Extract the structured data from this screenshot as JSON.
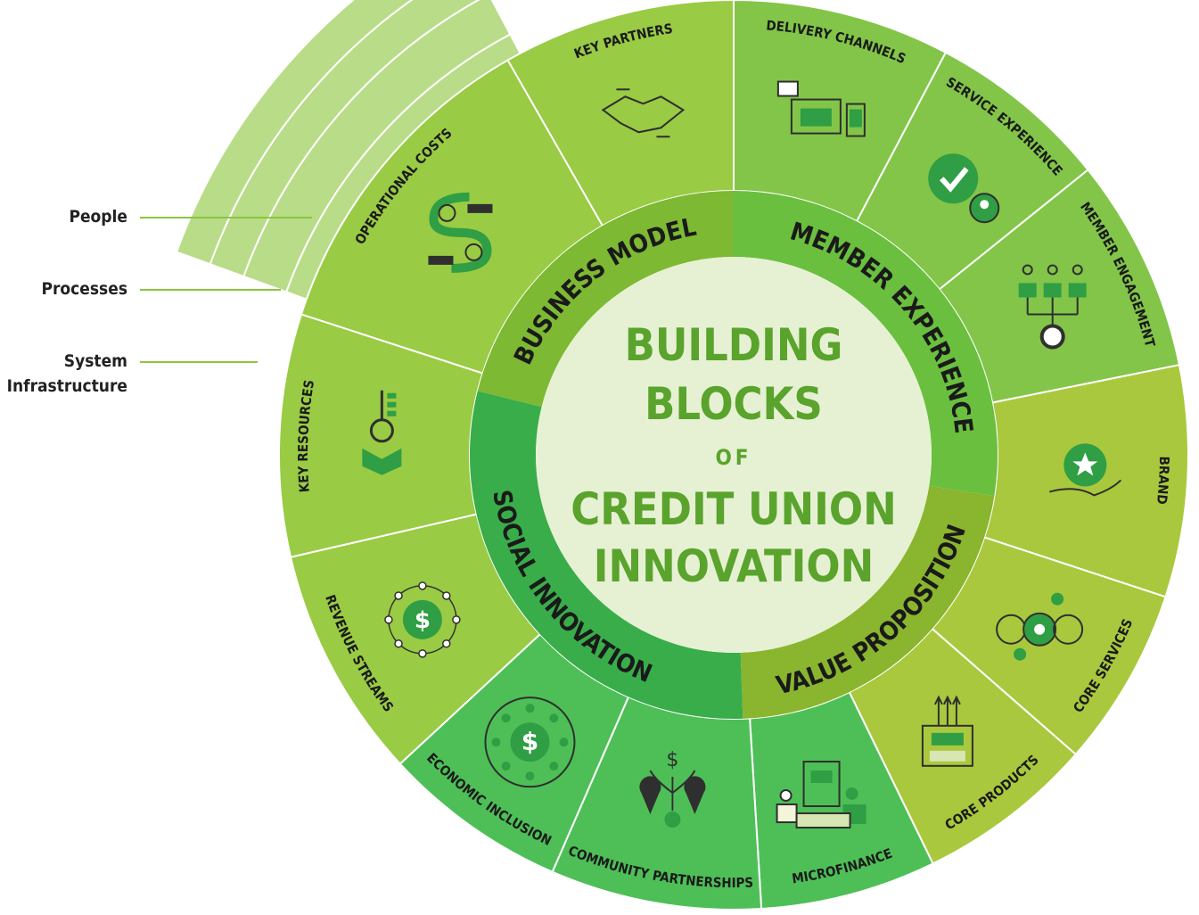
{
  "title": {
    "line1": "BUILDING",
    "line2": "BLOCKS",
    "line3": "OF",
    "line4": "CREDIT UNION",
    "line5": "INNOVATION"
  },
  "categories": [
    {
      "id": "business-model",
      "label": "BUSINESS MODEL",
      "color": "#7db933"
    },
    {
      "id": "member-experience",
      "label": "MEMBER EXPERIENCE",
      "color": "#6abf3f"
    },
    {
      "id": "value-proposition",
      "label": "VALUE PROPOSITION",
      "color": "#8ab52f"
    },
    {
      "id": "social-innovation",
      "label": "SOCIAL INNOVATION",
      "color": "#39ad4a"
    }
  ],
  "segments": [
    {
      "id": "key-partners",
      "label": "KEY PARTNERS",
      "icon": "handshake-icon",
      "color": "#99cb44"
    },
    {
      "id": "delivery-channels",
      "label": "DELIVERY CHANNELS",
      "icon": "devices-icon",
      "color": "#82c548"
    },
    {
      "id": "service-experience",
      "label": "SERVICE EXPERIENCE",
      "icon": "gear-check-icon",
      "color": "#82c548"
    },
    {
      "id": "member-engagement",
      "label": "MEMBER ENGAGEMENT",
      "icon": "people-network-icon",
      "color": "#82c548"
    },
    {
      "id": "brand",
      "label": "BRAND",
      "icon": "hand-star-icon",
      "color": "#a9c83d"
    },
    {
      "id": "core-services",
      "label": "CORE SERVICES",
      "icon": "gears-icon",
      "color": "#a9c83d"
    },
    {
      "id": "core-products",
      "label": "CORE PRODUCTS",
      "icon": "building-arrows-icon",
      "color": "#a9c83d"
    },
    {
      "id": "microfinance",
      "label": "MICROFINANCE",
      "icon": "coins-people-icon",
      "color": "#4ebf57"
    },
    {
      "id": "community-partnerships",
      "label": "COMMUNITY PARTNERSHIPS",
      "icon": "map-pins-sprout-icon",
      "color": "#4ebf57"
    },
    {
      "id": "economic-inclusion",
      "label": "ECONOMIC INCLUSION",
      "icon": "dollar-circle-people-icon",
      "color": "#4ebf57"
    },
    {
      "id": "revenue-streams",
      "label": "REVENUE STREAMS",
      "icon": "dollar-network-icon",
      "color": "#99cb44"
    },
    {
      "id": "key-resources",
      "label": "KEY RESOURCES",
      "icon": "key-box-icon",
      "color": "#99cb44"
    },
    {
      "id": "operational-costs",
      "label": "OPERATIONAL COSTS",
      "icon": "dollar-gears-icon",
      "color": "#99cb44"
    }
  ],
  "key_resources_layers": [
    {
      "label": "People"
    },
    {
      "label": "Processes"
    },
    {
      "label": "System Infrastructure",
      "line1": "System",
      "line2": "Infrastructure"
    }
  ],
  "colors": {
    "center": "#e6f1d3",
    "title_text": "#5aa32c",
    "label_text": "#1a1a1a",
    "tab": "#b9dc88",
    "divider": "#ffffff"
  }
}
